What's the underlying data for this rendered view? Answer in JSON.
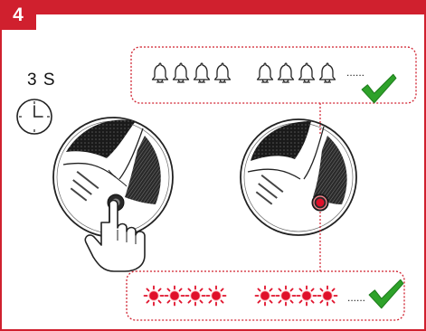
{
  "step": {
    "number": "4"
  },
  "press": {
    "duration": "3 S"
  },
  "alarm_sound": {
    "bell_count": 8,
    "ellipsis": "......",
    "status": "check"
  },
  "alarm_light": {
    "flash_count": 8,
    "ellipsis": "......",
    "status": "check"
  },
  "colors": {
    "accent": "#d0202e",
    "check": "#2ea22a",
    "dotted": "#d0202e",
    "flash": "#e0102a"
  },
  "icons": [
    "clock-icon",
    "hand-pointer-icon",
    "bell-icon",
    "flash-icon",
    "checkmark-icon"
  ]
}
